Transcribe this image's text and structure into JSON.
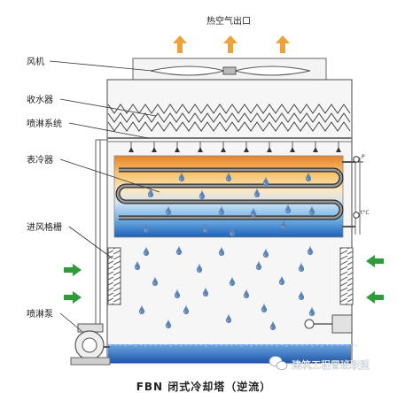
{
  "labels": {
    "hot_air_outlet": "热空气出口",
    "fan": "风机",
    "drift_eliminator": "收水器",
    "spray_system": "喷淋系统",
    "cooling_coil": "表冷器",
    "air_inlet_louver": "进风格栅",
    "spray_pump": "喷淋泵"
  },
  "title": "FBN 闭式冷却塔（逆流）",
  "watermark": "建筑工程冒班联盟",
  "gauges": {
    "pressure": "P",
    "temperature": "t°C"
  },
  "colors": {
    "hot": "#e8832a",
    "warm": "#f3c46e",
    "cool": "#5aa6e0",
    "cold": "#1e5fb8",
    "airflow": "#2f9b3a",
    "exhaust": "#f0a23a",
    "basin_water": "#2e6fc4"
  },
  "icons": {
    "exhaust_arrow": "up-arrow-icon",
    "inlet_arrow": "right-arrow-icon",
    "water_drop": "water-drop-icon",
    "wechat": "wechat-icon"
  }
}
